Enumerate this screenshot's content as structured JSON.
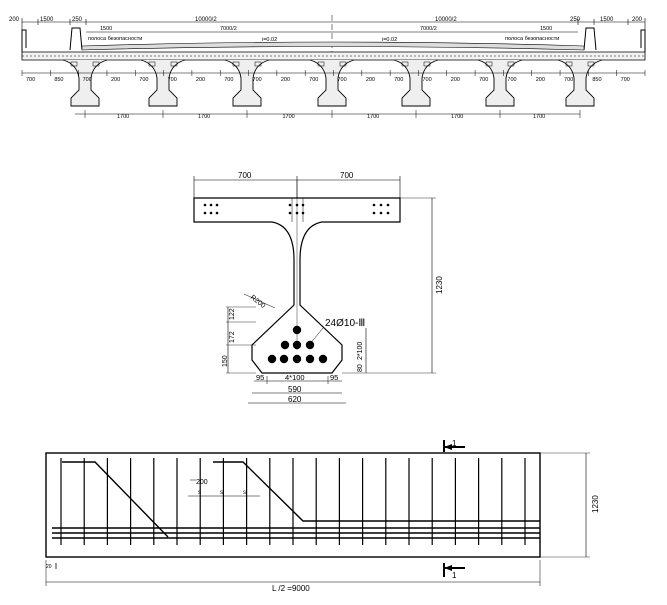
{
  "cross_section": {
    "dims_top": [
      "200",
      "1500",
      "250",
      "10000/2",
      "10000/2",
      "250",
      "1500",
      "200"
    ],
    "dims_sub": [
      "1500",
      "7000/2",
      "7000/2",
      "1500"
    ],
    "slope_left": "i=0.02",
    "slope_right": "i=0.02",
    "safety_strip_left": "полоса безопасности",
    "safety_strip_right": "полоса безопасности",
    "dims_bottom": [
      "700",
      "850",
      "700",
      "200",
      "700",
      "700",
      "200",
      "700",
      "700",
      "200",
      "700",
      "700",
      "200",
      "700",
      "700",
      "200",
      "700",
      "700",
      "200",
      "700",
      "850",
      "700"
    ],
    "beam_spacing": [
      "1700",
      "1700",
      "1700",
      "1700",
      "1700",
      "1700"
    ]
  },
  "beam_section": {
    "flange_left": "700",
    "flange_right": "700",
    "height": "1230",
    "radius": "R200",
    "rebar_label": "24Ø10-Ⅲ",
    "dims_left": [
      "122",
      "172",
      "150"
    ],
    "dim_right_1": "2*100",
    "dim_right_2": "80",
    "dim_bot_1": [
      "95",
      "4*100",
      "95"
    ],
    "dim_bot_2": "590",
    "dim_bot_3": "620"
  },
  "elevation": {
    "stirrup_spacing": "200",
    "s_marks": [
      "s",
      "s",
      "s"
    ],
    "height": "1230",
    "length": "L /2 =9000",
    "section_mark": "1",
    "end_mark": "20"
  }
}
